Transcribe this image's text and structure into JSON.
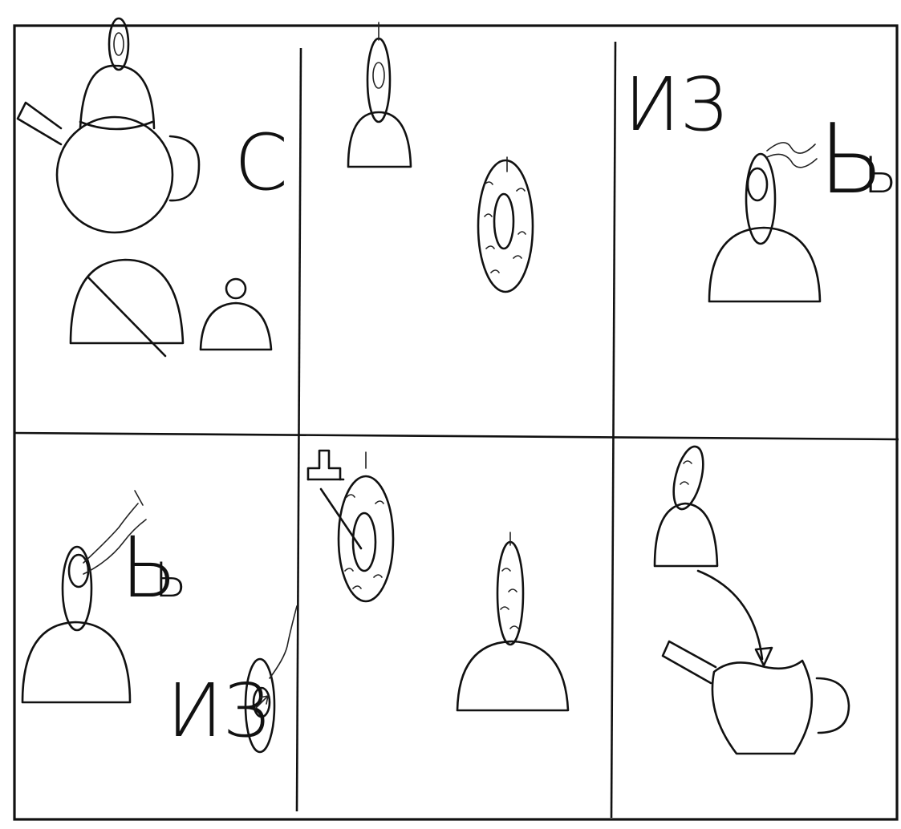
{
  "panels": [
    {
      "letters": "С"
    },
    {
      "letters": ""
    },
    {
      "letters_top": "ИЗ",
      "letters_side": "Ь"
    },
    {
      "letters_side": "Ь",
      "letters_bottom": "ИЗ"
    },
    {
      "letters": ""
    },
    {
      "letters": ""
    }
  ]
}
